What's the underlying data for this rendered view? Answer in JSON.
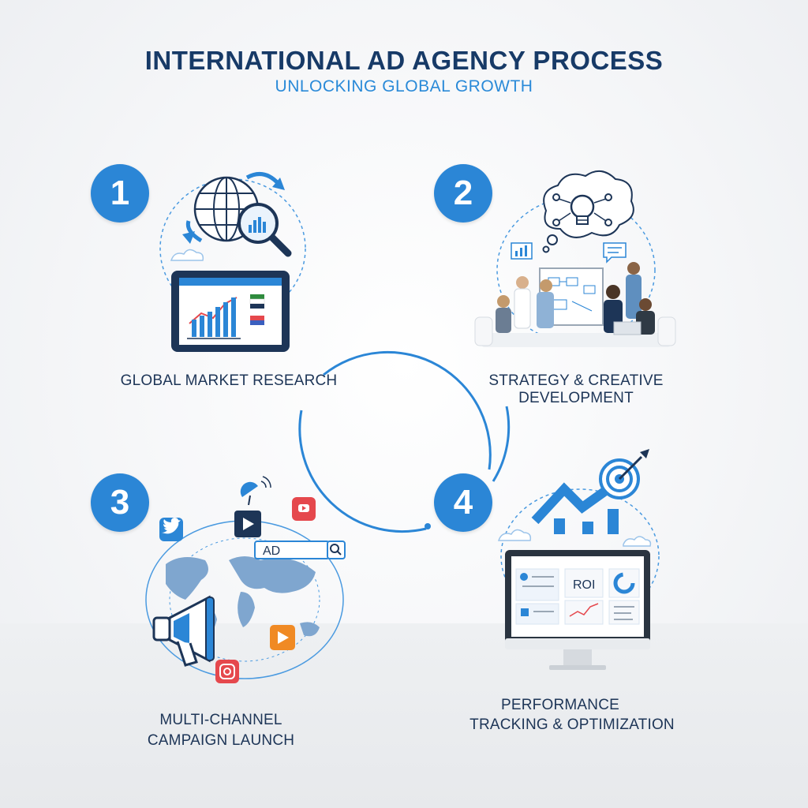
{
  "header": {
    "title": "INTERNATIONAL AD AGENCY PROCESS",
    "subtitle": "UNLOCKING GLOBAL GROWTH"
  },
  "steps": [
    {
      "number": "1",
      "label": "GLOBAL MARKET RESEARCH",
      "icon": "globe-magnifier-tablet-icon"
    },
    {
      "number": "2",
      "label": "STRATEGY & CREATIVE DEVELOPMENT",
      "icon": "team-whiteboard-lightbulb-icon"
    },
    {
      "number": "3",
      "label_lines": [
        "MULTI-CHANNEL",
        "CAMPAIGN LAUNCH"
      ],
      "icon": "megaphone-world-map-icon"
    },
    {
      "number": "4",
      "label_lines": [
        "PERFORMANCE",
        "TRACKING & OPTIMIZATION"
      ],
      "icon": "monitor-dashboard-target-icon"
    }
  ],
  "illustration_text": {
    "ad_search": "AD",
    "roi": "ROI"
  },
  "colors": {
    "primary_blue": "#2b86d6",
    "navy": "#173a67",
    "light_blue": "#4a9ae0",
    "red": "#e5484d",
    "orange": "#f08a24"
  }
}
